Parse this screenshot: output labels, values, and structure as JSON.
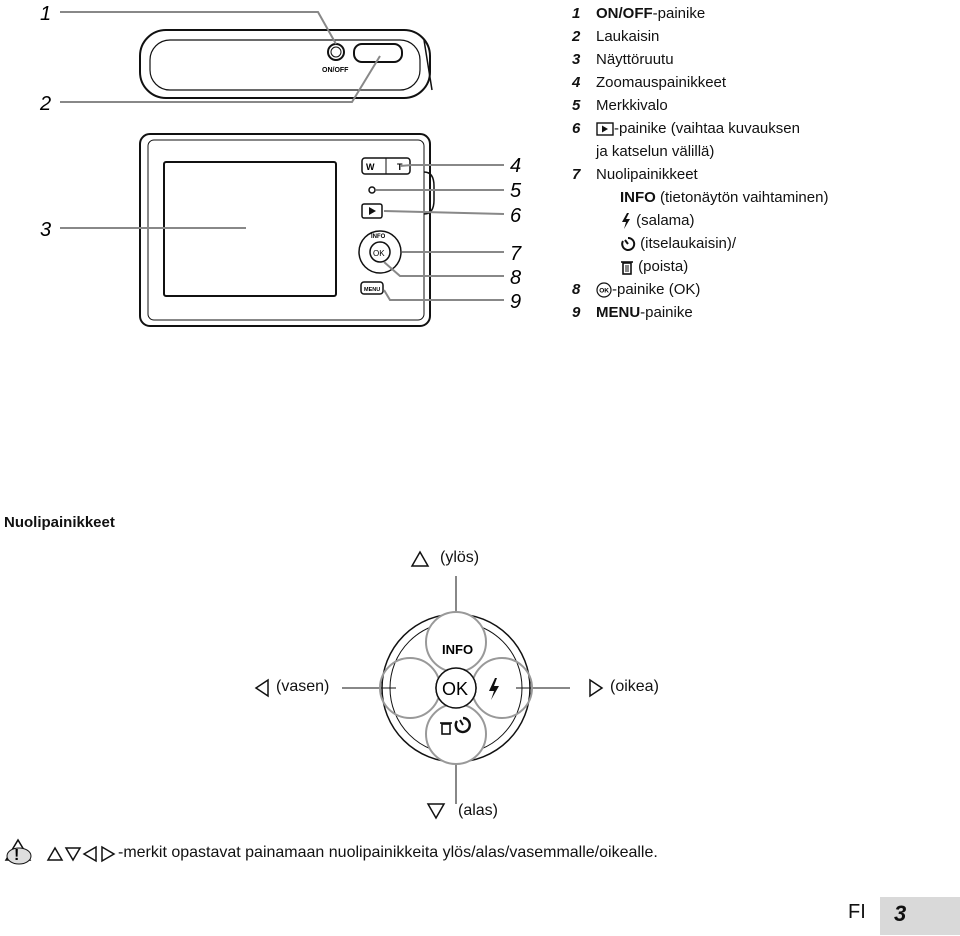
{
  "callouts": {
    "n1": "1",
    "n2": "2",
    "n3": "3",
    "n4": "4",
    "n5": "5",
    "n6": "6",
    "n7": "7",
    "n8": "8",
    "n9": "9"
  },
  "camera": {
    "onoff_label": "ON/OFF",
    "zoom_w": "W",
    "zoom_t": "T",
    "info_label": "INFO",
    "ok_label": "OK",
    "menu_label": "MENU"
  },
  "legend": {
    "items": [
      {
        "num": "1",
        "bold": "ON/OFF",
        "text": "-painike"
      },
      {
        "num": "2",
        "text": "Laukaisin"
      },
      {
        "num": "3",
        "text": "Näyttöruutu"
      },
      {
        "num": "4",
        "text": "Zoomauspainikkeet"
      },
      {
        "num": "5",
        "text": "Merkkivalo"
      },
      {
        "num": "6",
        "text": "-painike (vaihtaa kuvauksen",
        "cont": "ja katselun välillä)"
      },
      {
        "num": "7",
        "text": "Nuolipainikkeet"
      },
      {
        "num": "8",
        "text": "-painike (OK)"
      },
      {
        "num": "9",
        "bold": "MENU",
        "text": "-painike"
      }
    ],
    "sub_info_bold": "INFO",
    "sub_info": " (tietonäytön vaihtaminen)",
    "sub_flash": " (salama)",
    "sub_self": " (itselaukaisin)/",
    "sub_delete": " (poista)"
  },
  "section": {
    "title": "Nuolipainikkeet",
    "up": "(ylös)",
    "down": "(alas)",
    "left": "(vasen)",
    "right": "(oikea)",
    "pad_info": "INFO",
    "pad_ok": "OK"
  },
  "note": {
    "text": "-merkit opastavat painamaan nuolipainikkeita ylös/alas/vasemmalle/oikealle."
  },
  "footer": {
    "lang": "FI",
    "page": "3"
  }
}
